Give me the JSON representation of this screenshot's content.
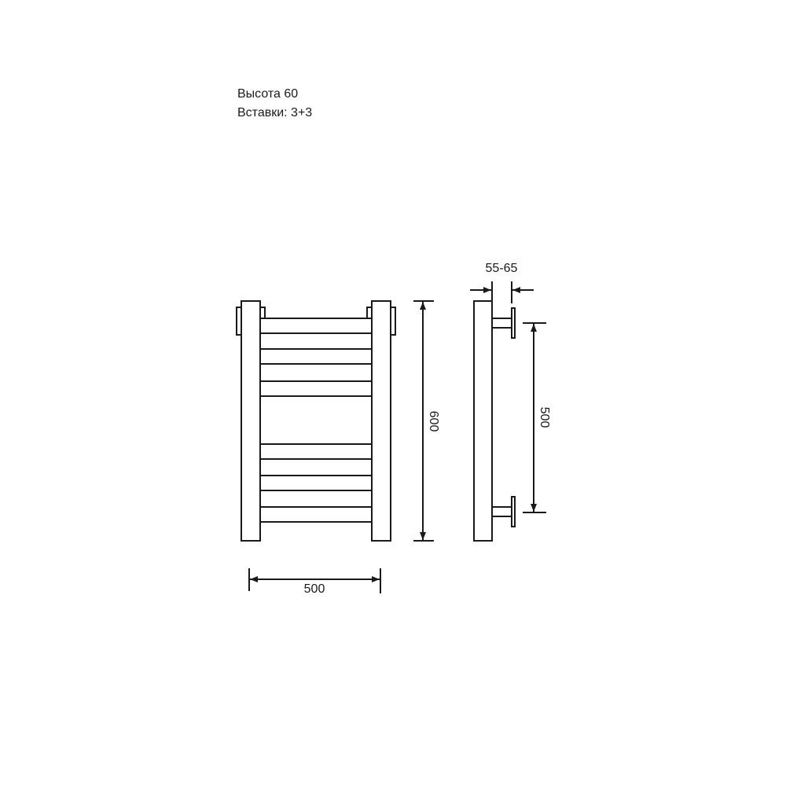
{
  "specs": {
    "height_label": "Высота 60",
    "inserts_label": "Вставки: 3+3"
  },
  "dimensions": {
    "total_height": "600",
    "total_width": "500",
    "wall_offset": "55-65",
    "mounting_distance": "500"
  },
  "views": {
    "front": {
      "name": "front-view",
      "bars": 6,
      "groups": "3+3"
    },
    "side": {
      "name": "side-view"
    }
  },
  "colors": {
    "line": "#1a1a1a",
    "background": "#ffffff"
  }
}
